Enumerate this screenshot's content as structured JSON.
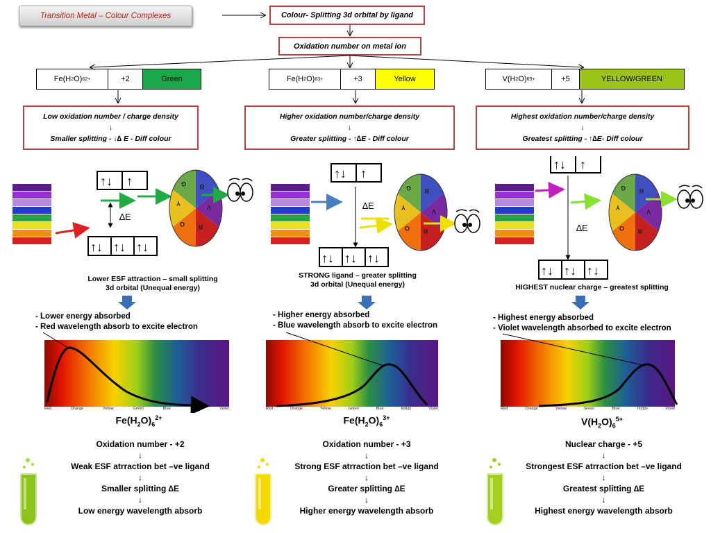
{
  "header": {
    "title": "Transition Metal – Colour Complexes",
    "concept": "Colour- Splitting 3d orbital by ligand",
    "oxidation_box": "Oxidation number on metal ion"
  },
  "columns": [
    {
      "ion_base": "Fe(H",
      "ion_o": "O)",
      "ion_sub1": "2",
      "ion_sub2": "6",
      "ion_charge": "2+",
      "oxidation": "+2",
      "colour": "Green",
      "colour_hex": "#1aa84a",
      "info_line1": "Low oxidation number / charge density",
      "info_arrow": "↓",
      "info_line2": "Smaller splitting - ↓∆ E - Diff colour",
      "delta": "∆E",
      "caption_line1": "Lower ESF attraction – small splitting",
      "caption_line2": "3d orbital (Unequal energy)",
      "bullet1": "- Lower energy absorbed",
      "bullet2": " - Red wavelength absorb to excite electron",
      "stat1": "Oxidation number - +2",
      "stat2": "Weak ESF atrraction bet –ve ligand",
      "stat3": "Smaller splitting  ∆E",
      "stat4": "Low energy wavelength absorb",
      "tube_hex": "#8cc21c"
    },
    {
      "ion_base": "Fe(H",
      "ion_o": "O)",
      "ion_sub1": "2",
      "ion_sub2": "6",
      "ion_charge": "3+",
      "oxidation": "+3",
      "colour": "Yellow",
      "colour_hex": "#ffff00",
      "info_line1": "Higher oxidation number/charge density",
      "info_arrow": "↓",
      "info_line2": "Greater splitting - ↑∆E  - Diff colour",
      "delta": "∆E",
      "caption_line1": "STRONG ligand – greater splitting",
      "caption_line2": "3d orbital (Unequal energy)",
      "bullet1": "- Higher energy absorbed",
      "bullet2": "- Blue wavelength absorb to excite electron",
      "stat1": "Oxidation number - +3",
      "stat2": "Strong ESF atrraction bet –ve ligand",
      "stat3": "Greater splitting  ∆E",
      "stat4": "Higher energy wavelength absorb",
      "tube_hex": "#f5d800"
    },
    {
      "ion_base": "V(H",
      "ion_o": "O)",
      "ion_sub1": "2",
      "ion_sub2": "6",
      "ion_charge": "5+",
      "oxidation": "+5",
      "colour": "YELLOW/GREEN",
      "colour_hex": "#9bc31a",
      "info_line1": "Highest oxidation number/charge  density",
      "info_arrow": "↓",
      "info_line2": "Greatest splitting - ↑∆E- Diff colour",
      "delta": "∆E",
      "caption_line1": "HIGHEST nuclear charge – greatest splitting",
      "caption_line2": "",
      "bullet1": "- Highest energy absorbed",
      "bullet2": "- Violet wavelength absorbed to excite electron",
      "stat1": "Nuclear charge - +5",
      "stat2": "Strongest ESF atrraction bet  –ve ligand",
      "stat3": "Greatest splitting  ∆E",
      "stat4": "Highest energy wavelength absorb",
      "tube_hex": "#a5cf1f"
    }
  ],
  "spectrum_labels": [
    "Red",
    "Orange",
    "Yellow",
    "Green",
    "Blue",
    "Indigo",
    "Violet"
  ],
  "wheel_letters": [
    "G",
    "B",
    "V",
    "R",
    "O",
    "Y"
  ],
  "colors": {
    "accent_red": "#b8403f",
    "title_red": "#c0211a",
    "down_arrow": "#3a6fb5"
  }
}
